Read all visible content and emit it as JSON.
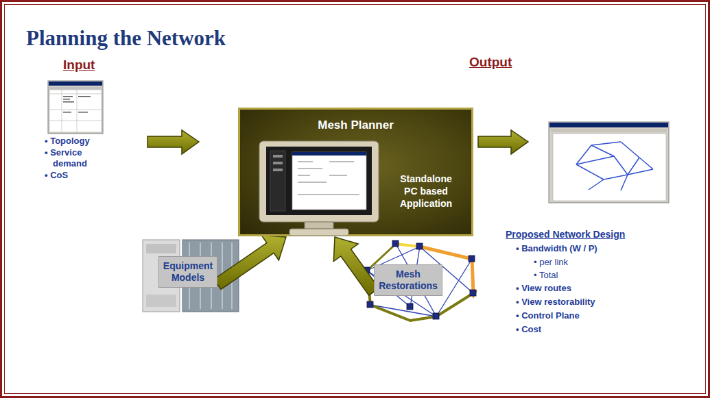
{
  "diagram": {
    "title": "Planning the Network",
    "nodes": [
      {
        "text": [
          "Mesh Planner",
          "Standalone PC based Application"
        ]
      },
      {
        "text": [
          "Equipment Models"
        ]
      },
      {
        "text": [
          "Mesh Restorations"
        ]
      }
    ],
    "edges": [
      {
        "from": 1,
        "to": 0,
        "arrow": "to"
      },
      {
        "from": 2,
        "to": 0,
        "arrow": "to"
      }
    ],
    "labels": [
      "Input",
      "• Topology",
      "• Service demand",
      "• CoS",
      "Output",
      "Proposed Network Design",
      "• Bandwidth (W / P)",
      "• per link",
      "• Total",
      "• View routes",
      "• View restorability",
      "• Control Plane",
      "• Cost"
    ]
  }
}
